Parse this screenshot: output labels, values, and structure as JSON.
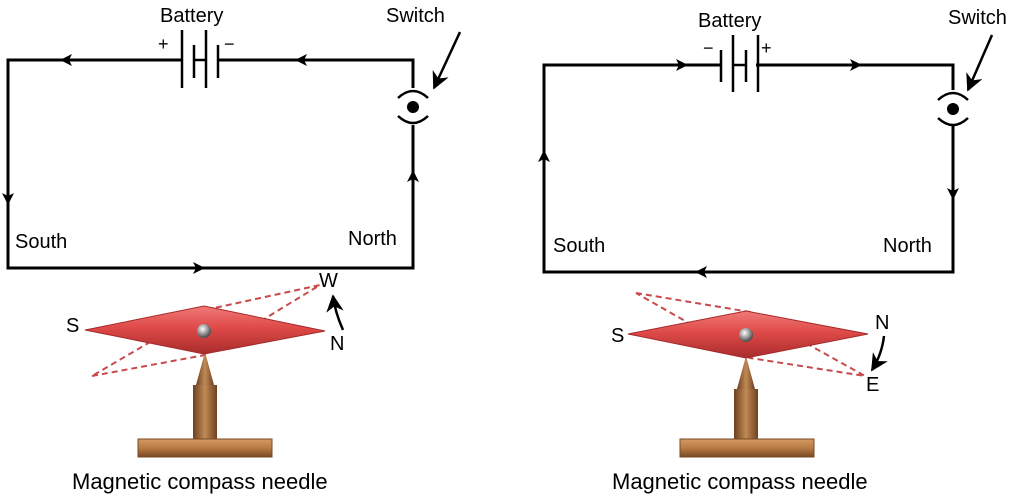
{
  "left_panel": {
    "battery_label": "Battery",
    "battery_plus": "+",
    "battery_minus": "−",
    "switch_label": "Switch",
    "south_label": "South",
    "north_label": "North",
    "compass": {
      "needle_s": "S",
      "needle_n": "N",
      "deflect_to": "W",
      "caption": "Magnetic compass needle"
    }
  },
  "right_panel": {
    "battery_label": "Battery",
    "battery_plus": "+",
    "battery_minus": "−",
    "switch_label": "Switch",
    "south_label": "South",
    "north_label": "North",
    "compass": {
      "needle_s": "S",
      "needle_n": "N",
      "deflect_to": "E",
      "caption": "Magnetic compass needle"
    }
  },
  "colors": {
    "wire": "#000000",
    "needle": "#d9403f",
    "needle_dark": "#a52a2a",
    "dashed_needle": "#c84b4b",
    "wood": "#a0683a"
  }
}
